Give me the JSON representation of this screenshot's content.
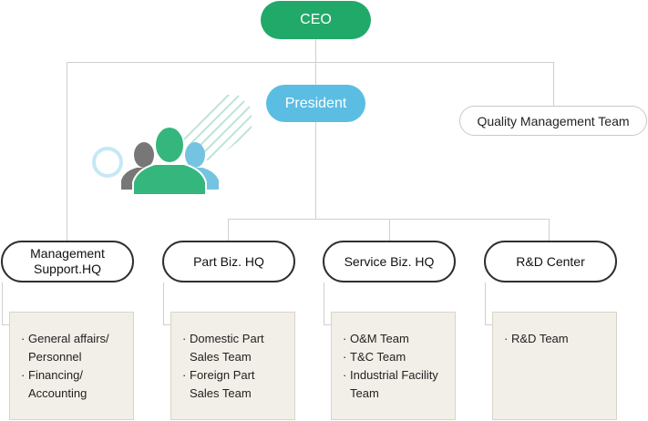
{
  "chart": {
    "ceo": "CEO",
    "president": "President",
    "quality": "Quality Management Team",
    "departments": [
      {
        "title": "Management\nSupport.HQ",
        "items": [
          "General affairs/\nPersonnel",
          "Financing/\nAccounting"
        ]
      },
      {
        "title": "Part Biz. HQ",
        "items": [
          "Domestic Part\nSales Team",
          "Foreign Part\nSales Team"
        ]
      },
      {
        "title": "Service Biz. HQ",
        "items": [
          "O&M Team",
          "T&C Team",
          "Industrial Facility\nTeam"
        ]
      },
      {
        "title": "R&D Center",
        "items": [
          "R&D Team"
        ]
      }
    ]
  },
  "colors": {
    "ceo": "#21a969",
    "president": "#5cbde3",
    "person_green": "#35b67c",
    "person_grey": "#777777",
    "person_blue": "#74c3e1",
    "box_fill": "#f2efe8"
  },
  "icons": [
    "people-group-icon",
    "ring-icon",
    "diagonal-stripes-icon"
  ]
}
